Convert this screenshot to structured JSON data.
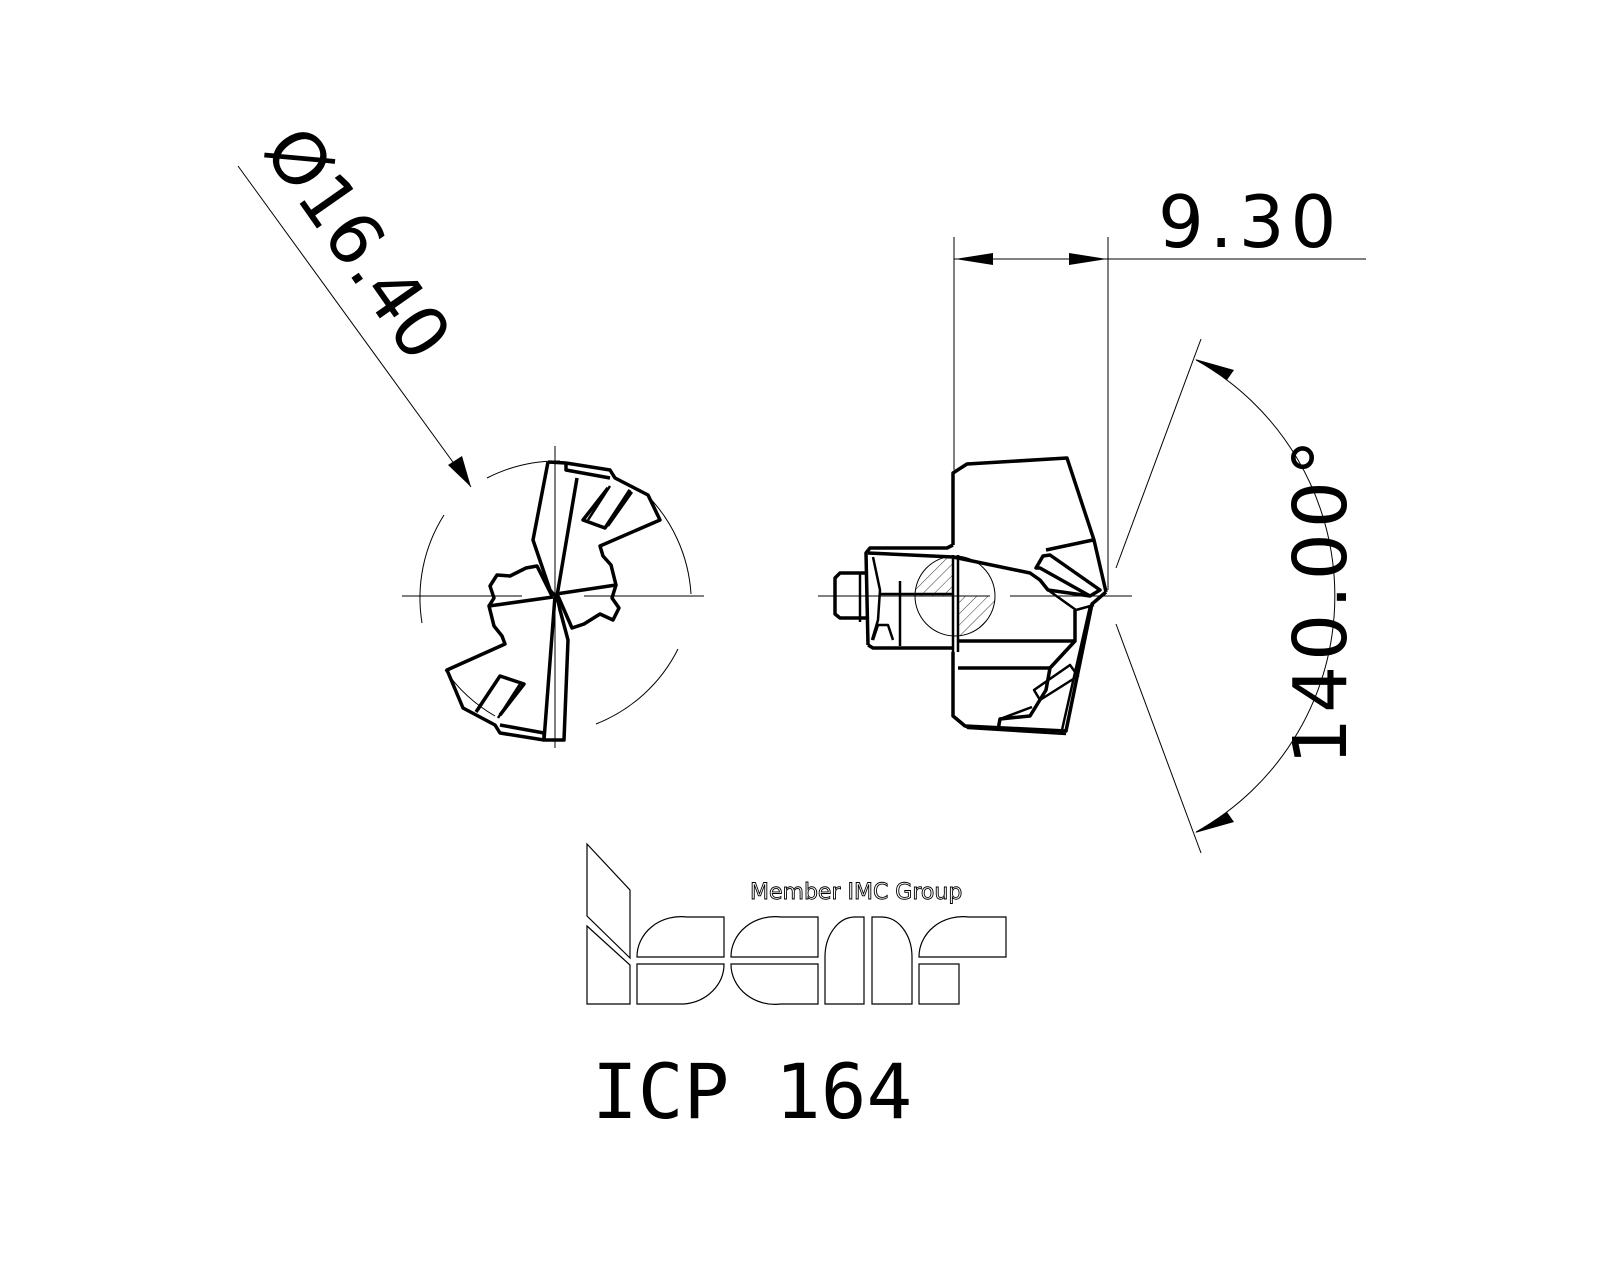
{
  "drawing": {
    "title": "ICP 164",
    "logo": {
      "brand": "iscar",
      "tagline": "Member IMC Group"
    },
    "dimensions": {
      "diameter": {
        "label": "Ø16.40",
        "value": 16.4,
        "unit": "mm",
        "type": "diameter"
      },
      "length": {
        "label": "9.30",
        "value": 9.3,
        "unit": "mm",
        "type": "linear"
      },
      "point_angle": {
        "label": "140.00°",
        "value": 140.0,
        "unit": "deg",
        "type": "angular"
      }
    },
    "views": [
      {
        "name": "front-end-view",
        "description": "Drill tip end view with two cutting edges"
      },
      {
        "name": "side-view",
        "description": "Drill insert side view with hatched section"
      }
    ],
    "colors": {
      "line": "#000000",
      "background": "#ffffff"
    }
  }
}
